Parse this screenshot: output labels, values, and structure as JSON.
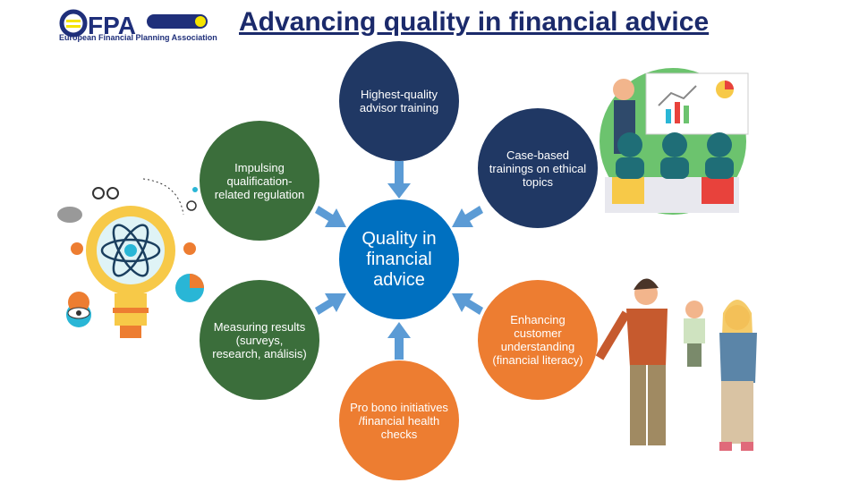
{
  "logo": {
    "brand": "€FPA",
    "subtitle": "European Financial Planning Association"
  },
  "title": "Advancing quality in financial advice",
  "center": "Quality in financial advice",
  "nodes": {
    "top": "Highest-quality advisor training",
    "top_right": "Case-based trainings on ethical topics",
    "top_left": "Impulsing qualification-related regulation",
    "bottom_left": "Measuring results (surveys, research, análisis)",
    "bottom_right": "Enhancing customer understanding (financial literacy)",
    "bottom": "Pro bono initiatives /financial health checks"
  },
  "colors": {
    "navy": "#203864",
    "green": "#3b6e3b",
    "orange": "#ed7d31",
    "center": "#0070c0",
    "arrow": "#5b9bd5"
  }
}
